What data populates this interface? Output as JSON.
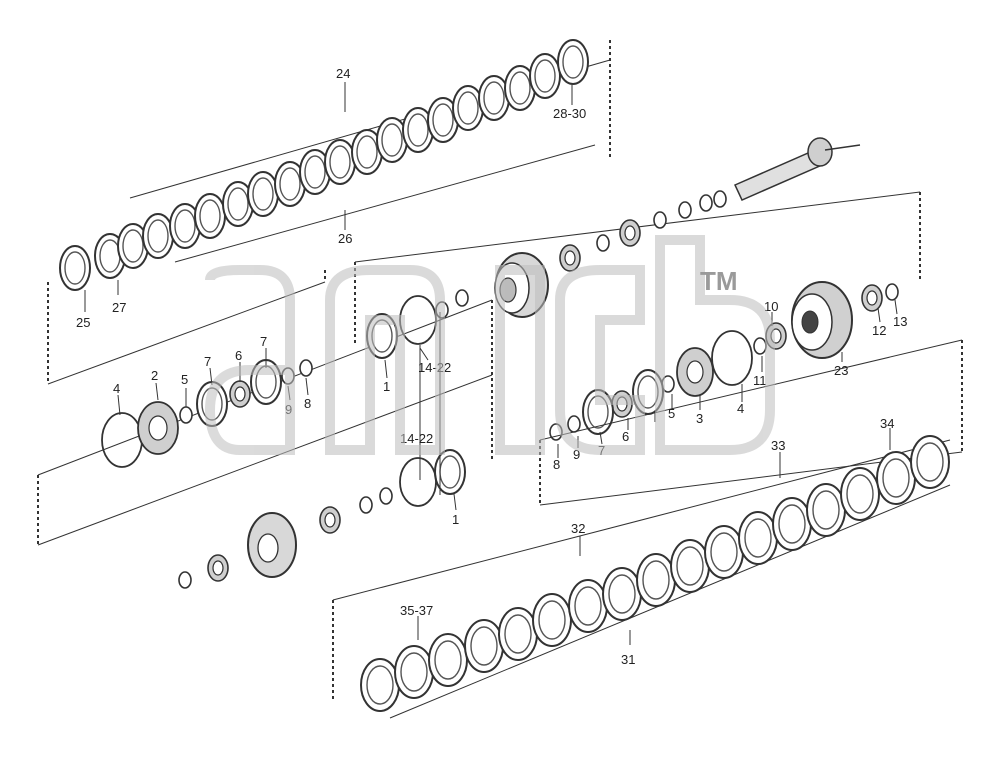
{
  "diagram": {
    "watermark": "TM",
    "labels": {
      "l24": "24",
      "l26": "26",
      "l28_30": "28-30",
      "l25": "25",
      "l27": "27",
      "l1a": "1",
      "l14_22a": "14-22",
      "l4a": "4",
      "l2": "2",
      "l5a": "5",
      "l7a": "7",
      "l6a": "6",
      "l7b": "7",
      "l9a": "9",
      "l8a": "8",
      "l14_22b": "14-22",
      "l1b": "1",
      "l10": "10",
      "l11": "11",
      "l12": "12",
      "l13": "13",
      "l23": "23",
      "l4b": "4",
      "l3": "3",
      "l5b": "5",
      "l6b": "6",
      "l7c": "7",
      "l9b": "9",
      "l8b": "8",
      "l33": "33",
      "l34": "34",
      "l32": "32",
      "l35_37": "35-37",
      "l31": "31"
    }
  }
}
